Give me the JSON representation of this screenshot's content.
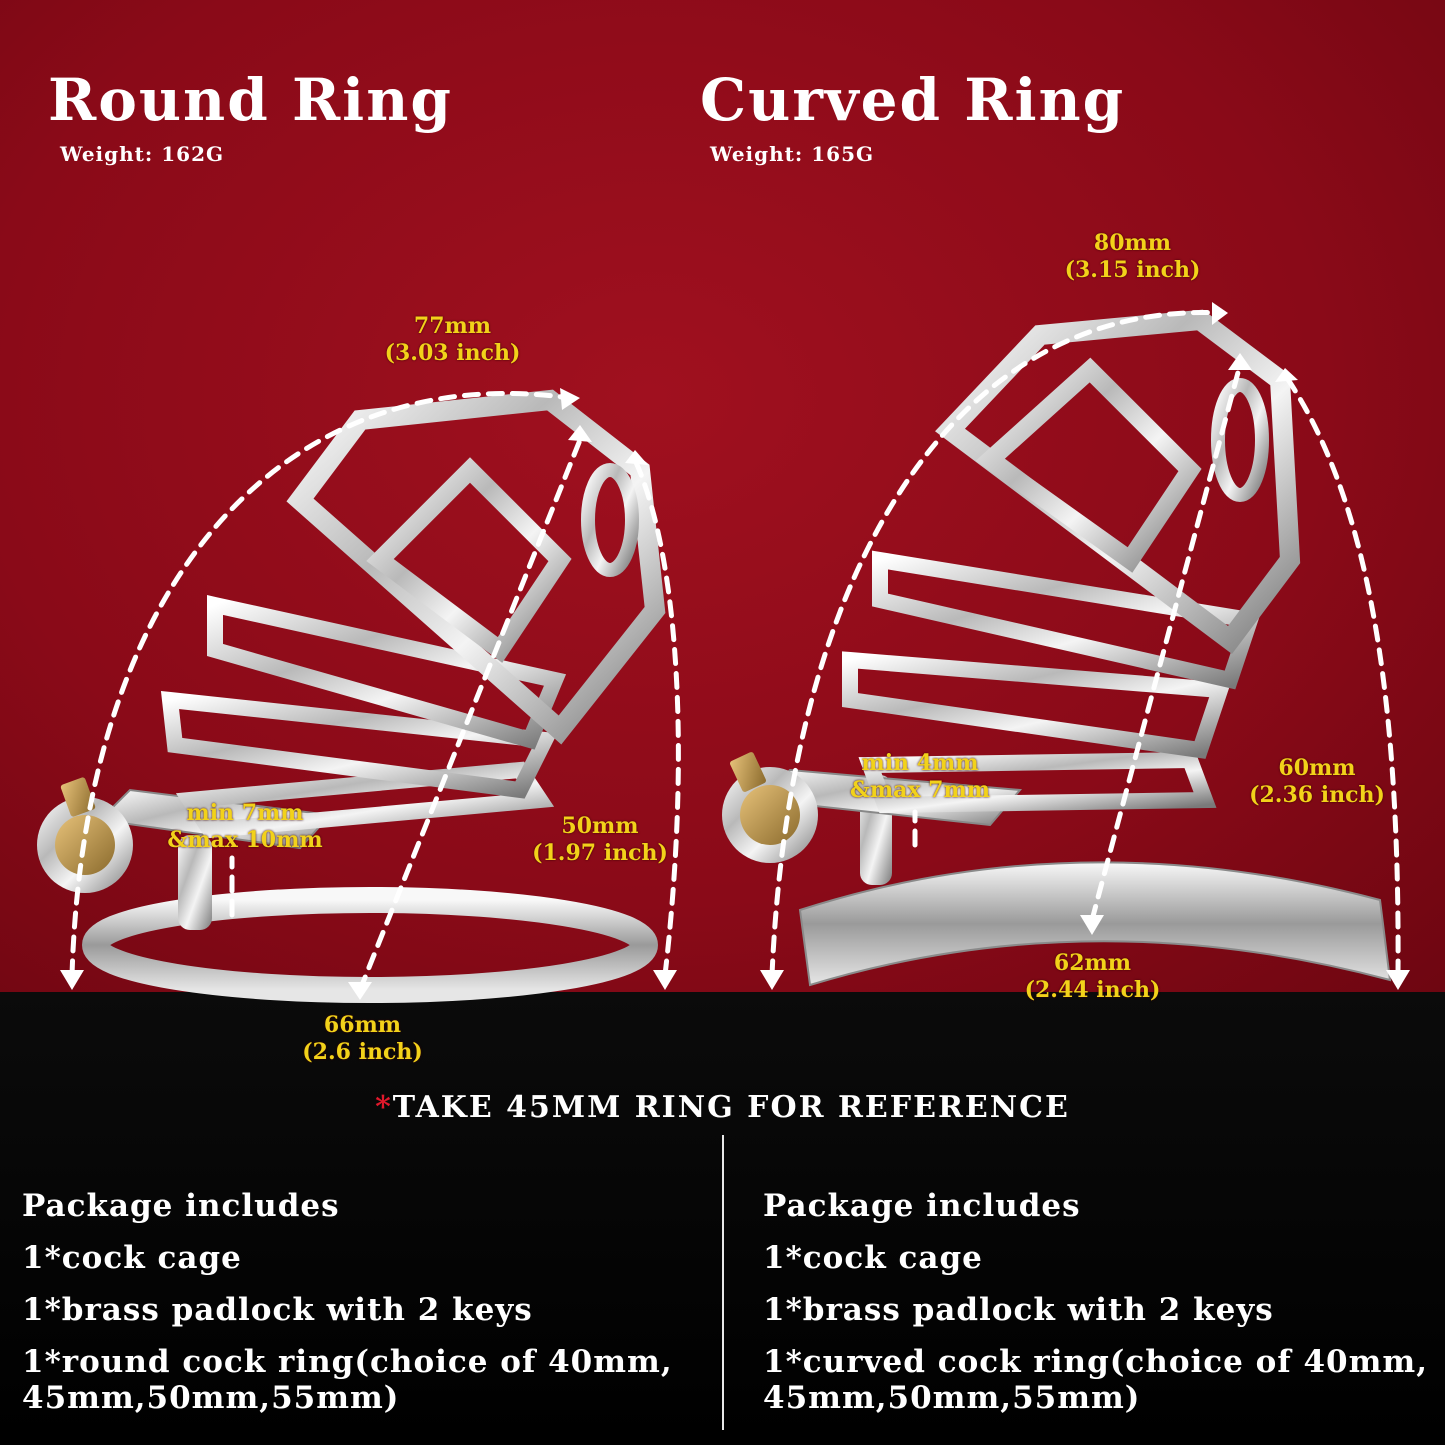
{
  "left": {
    "title": "Round Ring",
    "weight": "Weight:  162G",
    "dimensions": {
      "length": [
        "77mm",
        "(3.03 inch)"
      ],
      "height": [
        "50mm",
        "(1.97 inch)"
      ],
      "gap": [
        "min 7mm",
        "&max 10mm"
      ],
      "ring": [
        "66mm",
        "(2.6 inch)"
      ]
    },
    "package": {
      "heading": "Package includes",
      "items": [
        "1*cock cage",
        "1*brass padlock with 2 keys",
        "1*round cock ring(choice of 40mm,",
        "45mm,50mm,55mm)"
      ]
    }
  },
  "right": {
    "title": "Curved Ring",
    "weight": "Weight:  165G",
    "dimensions": {
      "length": [
        "80mm",
        "(3.15 inch)"
      ],
      "height": [
        "60mm",
        "(2.36 inch)"
      ],
      "gap": [
        "min 4mm",
        "&max 7mm"
      ],
      "ring": [
        "62mm",
        "(2.44 inch)"
      ]
    },
    "package": {
      "heading": "Package includes",
      "items": [
        "1*cock cage",
        "1*brass padlock with 2 keys",
        "1*curved cock ring(choice of 40mm,",
        "45mm,50mm,55mm)"
      ]
    }
  },
  "reference": {
    "star": "*",
    "text": "TAKE 45MM RING FOR REFERENCE"
  },
  "colors": {
    "background_red": "#8a0a18",
    "dimension_text": "#f2d21a",
    "reference_star": "#e0182b"
  }
}
